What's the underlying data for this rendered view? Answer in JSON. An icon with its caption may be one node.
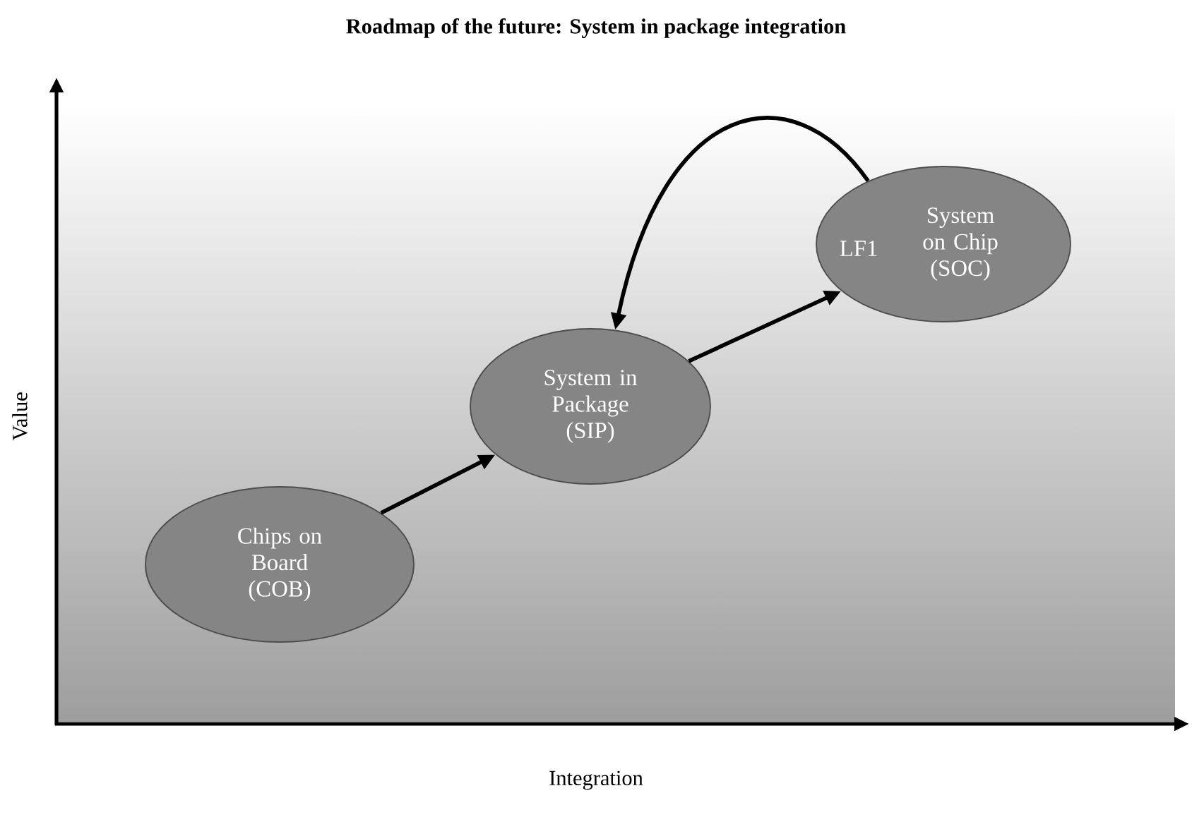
{
  "diagram": {
    "title": "Roadmap of the future: System in package integration",
    "nodes": [
      {
        "text": [
          "Chips on Board (COB)"
        ]
      },
      {
        "text": [
          "System in Package (SIP)"
        ]
      },
      {
        "text": [
          "LF1",
          "System on Chip (SOC)"
        ]
      }
    ],
    "edges": [
      {
        "from": 0,
        "to": 1,
        "arrow": "to"
      },
      {
        "from": 1,
        "to": 2,
        "arrow": "to"
      },
      {
        "from": 2,
        "to": 1,
        "arrow": "to"
      }
    ],
    "labels": [
      "Value",
      "Integration"
    ]
  }
}
